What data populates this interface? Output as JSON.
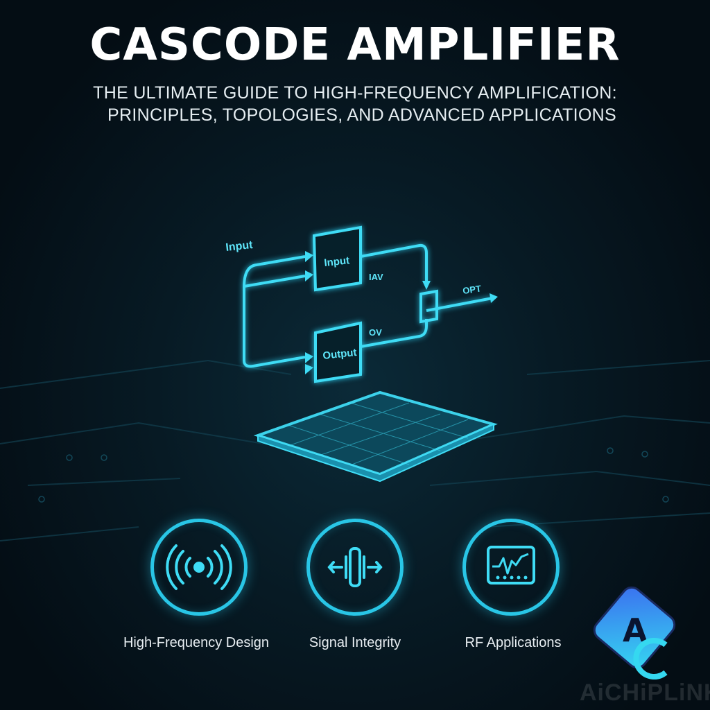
{
  "title": "CASCODE AMPLIFIER",
  "subtitle": {
    "line1": "THE ULTIMATE GUIDE TO HIGH-FREQUENCY AMPLIFICATION:",
    "line2": "PRINCIPLES, TOPOLOGIES, AND ADVANCED APPLICATIONS"
  },
  "diagram": {
    "input_label": "Input",
    "block_top": "Input",
    "block_bottom": "Output",
    "label_iav": "IAV",
    "label_ov": "OV",
    "label_out": "OPT"
  },
  "features": [
    {
      "label": "High-Frequency Design",
      "icon": "wireless-signal-icon"
    },
    {
      "label": "Signal Integrity",
      "icon": "signal-waveform-icon"
    },
    {
      "label": "RF Applications",
      "icon": "oscilloscope-monitor-icon"
    }
  ],
  "logo": {
    "text": "AiCHiPLiNK"
  },
  "colors": {
    "accent": "#29c6e6",
    "background": "#061520"
  }
}
